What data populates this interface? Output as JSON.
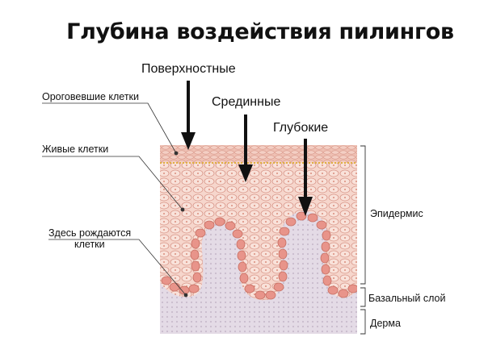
{
  "title": "Глубина воздействия пилингов",
  "peel_depths": {
    "surface": "Поверхностные",
    "medium": "Срединные",
    "deep": "Глубокие"
  },
  "left_labels": {
    "keratinized": "Ороговевшие клетки",
    "living": "Живые клетки",
    "born_line1": "Здесь рождаются",
    "born_line2": "клетки"
  },
  "right_labels": {
    "epidermis": "Эпидермис",
    "basal": "Базальный слой",
    "dermis": "Дерма"
  },
  "colors": {
    "stratum_corneum": "#efc2b6",
    "living_layer": "#f5d3c8",
    "cell_outline": "#d98c7c",
    "basal_cell": "#e8948a",
    "dermis": "#ddd3e0",
    "dotted_line": "#e0b040"
  }
}
